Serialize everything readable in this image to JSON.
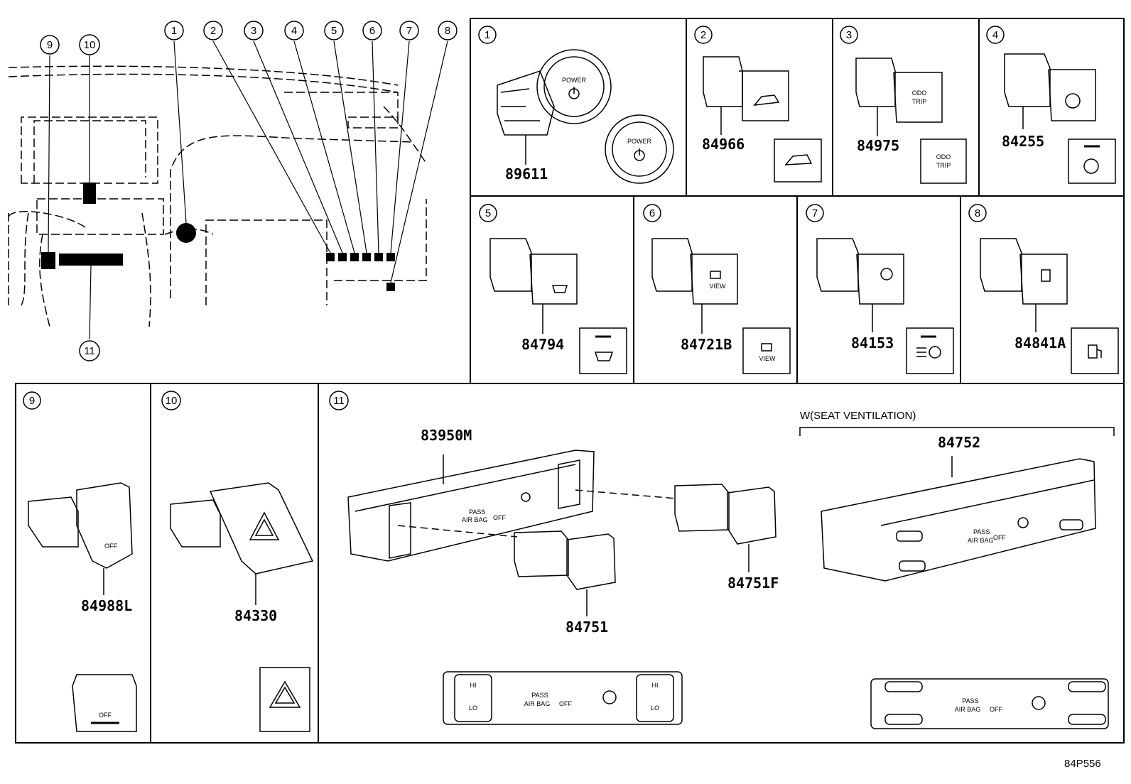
{
  "callouts": {
    "c1": "1",
    "c2": "2",
    "c3": "3",
    "c4": "4",
    "c5": "5",
    "c6": "6",
    "c7": "7",
    "c8": "8",
    "c9": "9",
    "c10": "10",
    "c11": "11"
  },
  "parts": {
    "p1": "89611",
    "p2": "84966",
    "p3": "84975",
    "p4": "84255",
    "p5": "84794",
    "p6": "84721B",
    "p7": "84153",
    "p8": "84841A",
    "p9": "84988L",
    "p10": "84330",
    "p11_bezel": "83950M",
    "p11_left": "84751",
    "p11_right": "84751F",
    "p11_vent": "84752"
  },
  "switch_text": {
    "power": "POWER",
    "odo": "ODO",
    "trip": "TRIP",
    "view": "VIEW",
    "off": "OFF",
    "pass": "PASS",
    "airbag": "AIR BAG",
    "airbag_off": "OFF",
    "hi": "HI",
    "lo": "LO"
  },
  "labels": {
    "seat_ventilation": "W(SEAT VENTILATION)"
  },
  "diagram_code": "84P556"
}
